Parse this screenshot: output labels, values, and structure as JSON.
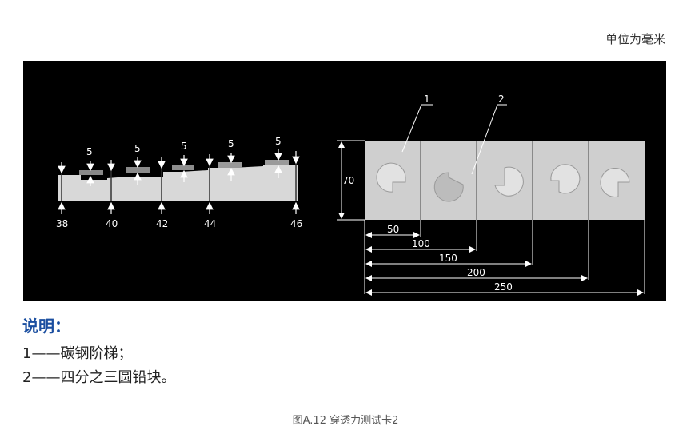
{
  "unit_label": "单位为毫米",
  "left_view": {
    "step_thickness_labels": [
      "5",
      "5",
      "5",
      "5",
      "5"
    ],
    "base_thickness_labels": [
      "38",
      "40",
      "42",
      "44",
      "46"
    ]
  },
  "right_view": {
    "callouts": [
      "1",
      "2"
    ],
    "height_label": "70",
    "width_dimensions": [
      "50",
      "100",
      "150",
      "200",
      "250"
    ]
  },
  "legend": {
    "title": "说明：",
    "items": [
      {
        "num": "1",
        "dash": "——",
        "text": "碳钢阶梯；"
      },
      {
        "num": "2",
        "dash": "——",
        "text": "四分之三圆铅块。"
      }
    ]
  },
  "figure_caption": "图A.12  穿透力测试卡2",
  "colors": {
    "panel": "#000000",
    "title_blue": "#1a4ea0",
    "step_gray": "#d8d8d8"
  }
}
